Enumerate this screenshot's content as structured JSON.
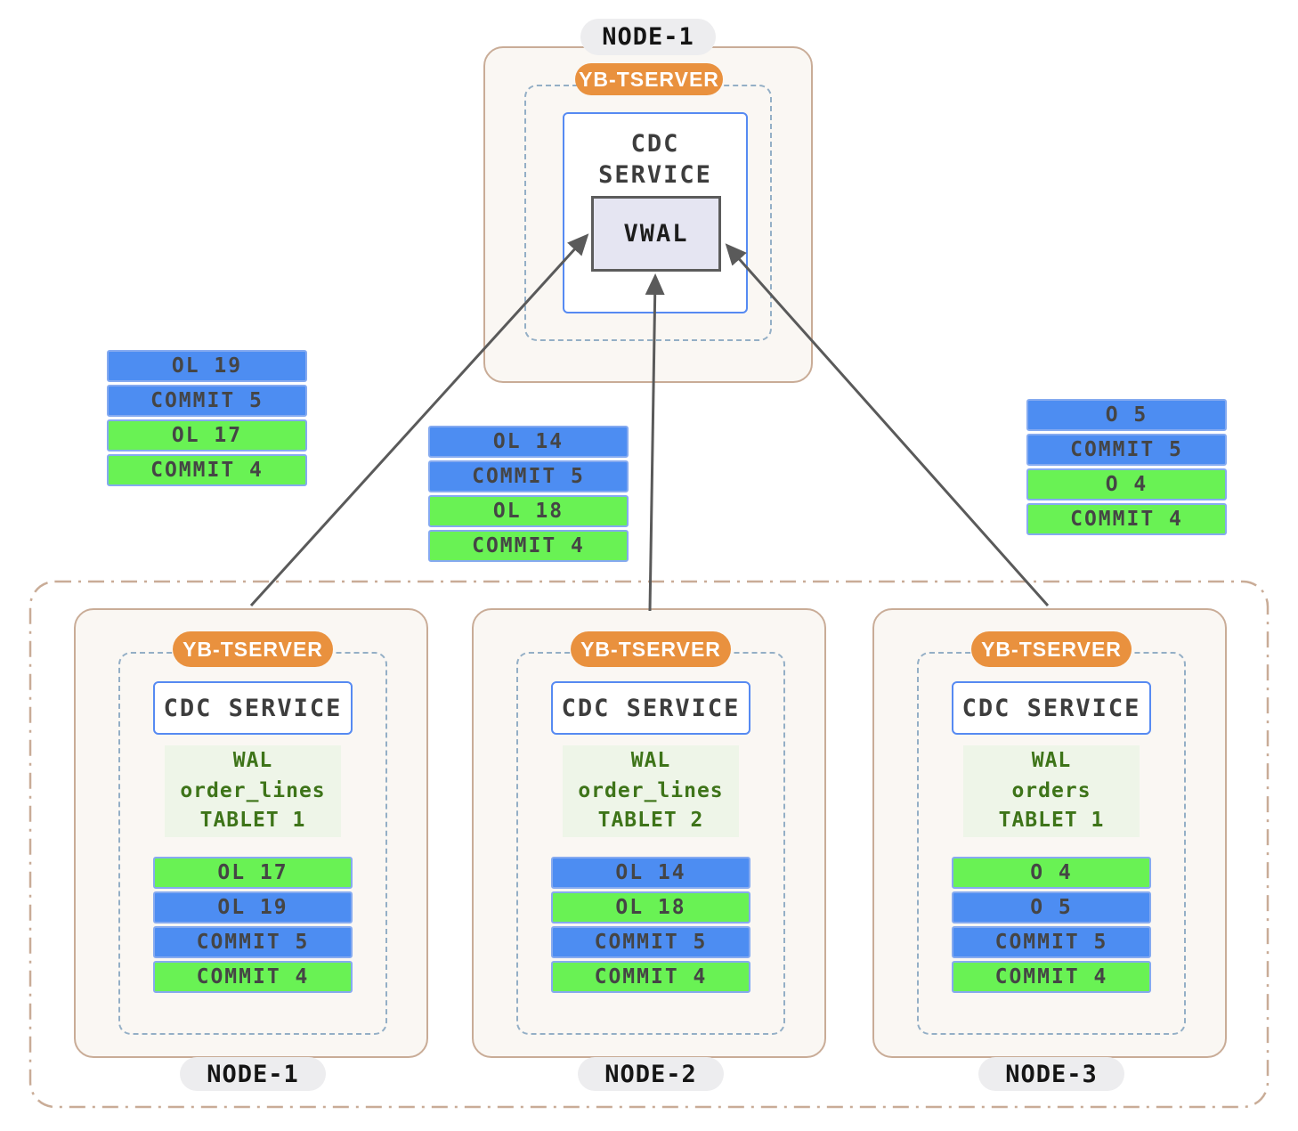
{
  "colors": {
    "bar_blue": "#4d8df2",
    "bar_green": "#69f254",
    "bar_border": "#85aaf0",
    "badge_orange": "#e9913e",
    "frame_border_tan": "#c9ac97",
    "frame_bg_cream": "#faf7f3",
    "dashed_border_blue_gray": "#94afc6",
    "cdc_border_blue": "#568af2",
    "vwal_bg": "#e5e5f2",
    "wal_box_bg": "#eef5e8",
    "wal_text_green": "#3e7419",
    "arrow_gray": "#5a5a5a",
    "node_pill_bg": "#ededef"
  },
  "top_node": {
    "label": "NODE-1",
    "tserver_badge": "YB-TSERVER",
    "cdc_service_label": "CDC SERVICE",
    "vwal_label": "VWAL"
  },
  "floating_stacks": [
    {
      "position": "left",
      "entries": [
        {
          "label": "OL 19",
          "color": "blue"
        },
        {
          "label": "COMMIT 5",
          "color": "blue"
        },
        {
          "label": "OL 17",
          "color": "green"
        },
        {
          "label": "COMMIT 4",
          "color": "green"
        }
      ]
    },
    {
      "position": "middle",
      "entries": [
        {
          "label": "OL 14",
          "color": "blue"
        },
        {
          "label": "COMMIT 5",
          "color": "blue"
        },
        {
          "label": "OL 18",
          "color": "green"
        },
        {
          "label": "COMMIT 4",
          "color": "green"
        }
      ]
    },
    {
      "position": "right",
      "entries": [
        {
          "label": "O 5",
          "color": "blue"
        },
        {
          "label": "COMMIT 5",
          "color": "blue"
        },
        {
          "label": "O 4",
          "color": "green"
        },
        {
          "label": "COMMIT 4",
          "color": "green"
        }
      ]
    }
  ],
  "cluster": {
    "nodes": [
      {
        "label": "NODE-1",
        "tserver_badge": "YB-TSERVER",
        "cdc_service_label": "CDC SERVICE",
        "wal_lines": [
          "WAL",
          "order_lines",
          "TABLET 1"
        ],
        "entries": [
          {
            "label": "OL 17",
            "color": "green"
          },
          {
            "label": "OL 19",
            "color": "blue"
          },
          {
            "label": "COMMIT 5",
            "color": "blue"
          },
          {
            "label": "COMMIT 4",
            "color": "green"
          }
        ]
      },
      {
        "label": "NODE-2",
        "tserver_badge": "YB-TSERVER",
        "cdc_service_label": "CDC SERVICE",
        "wal_lines": [
          "WAL",
          "order_lines",
          "TABLET 2"
        ],
        "entries": [
          {
            "label": "OL 14",
            "color": "blue"
          },
          {
            "label": "OL 18",
            "color": "green"
          },
          {
            "label": "COMMIT 5",
            "color": "blue"
          },
          {
            "label": "COMMIT 4",
            "color": "green"
          }
        ]
      },
      {
        "label": "NODE-3",
        "tserver_badge": "YB-TSERVER",
        "cdc_service_label": "CDC SERVICE",
        "wal_lines": [
          "WAL",
          "orders",
          "TABLET 1"
        ],
        "entries": [
          {
            "label": "O 4",
            "color": "green"
          },
          {
            "label": "O 5",
            "color": "blue"
          },
          {
            "label": "COMMIT 5",
            "color": "blue"
          },
          {
            "label": "COMMIT 4",
            "color": "green"
          }
        ]
      }
    ]
  }
}
